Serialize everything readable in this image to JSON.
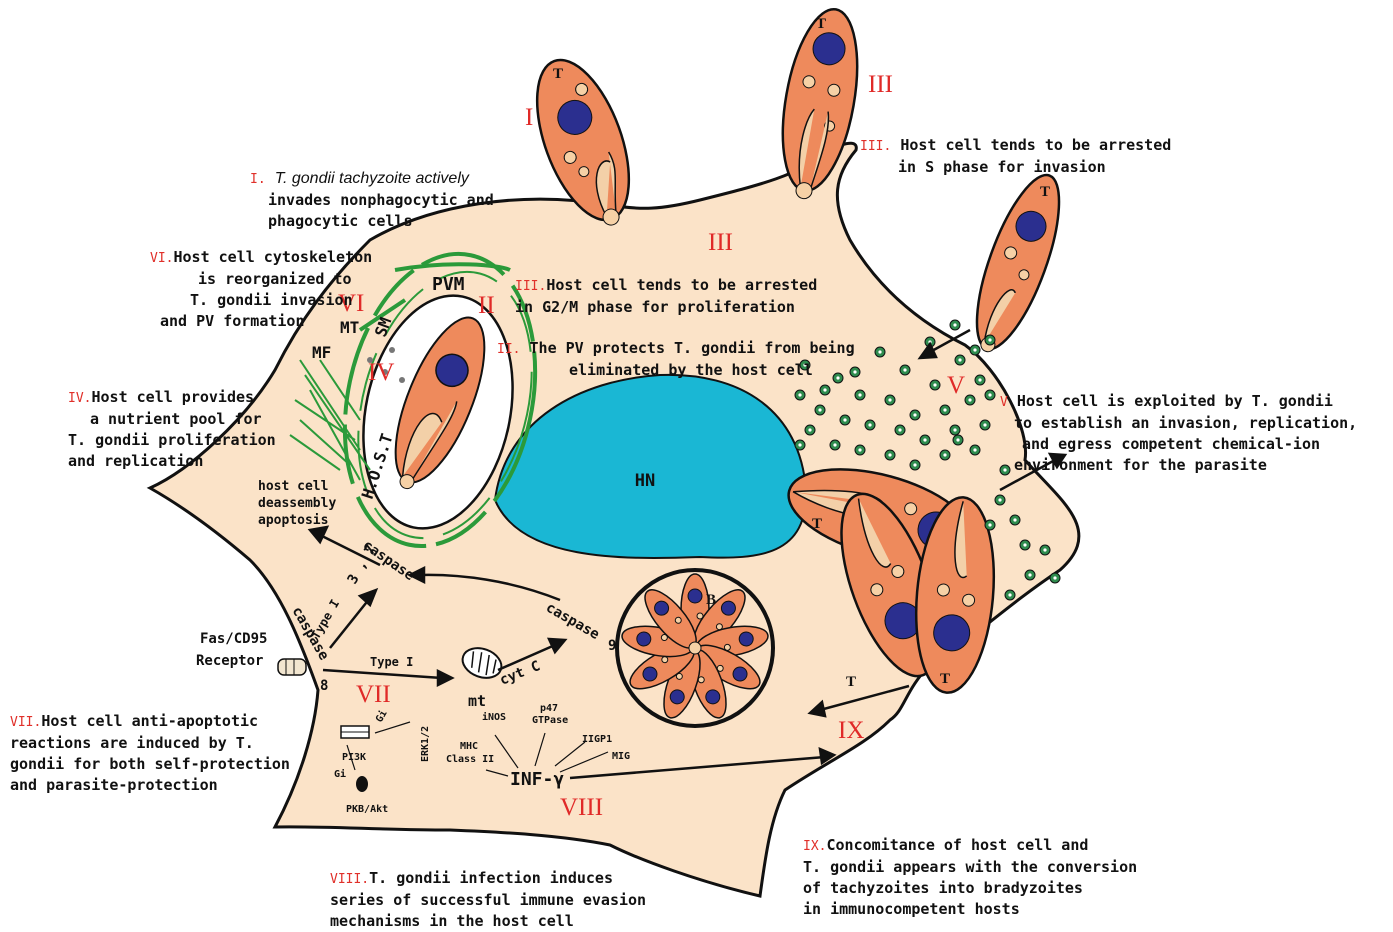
{
  "captions": {
    "c1": {
      "num": "I.",
      "lines": [
        "T. gondii tachyzoite actively",
        "invades nonphagocytic and",
        "phagocytic cells"
      ]
    },
    "c3a": {
      "num": "III.",
      "lines": [
        "Host cell tends to be arrested",
        "in S phase for invasion"
      ]
    },
    "c6": {
      "num": "VI.",
      "lines": [
        "Host cell cytoskeleton",
        "is reorganized to",
        "T. gondii invasion",
        "and PV formation"
      ]
    },
    "c3b": {
      "num": "III.",
      "lines": [
        "Host cell tends to be arrested",
        "in G2/M phase for proliferation"
      ]
    },
    "c2": {
      "num": "II.",
      "lines": [
        "The PV protects T. gondii from being",
        "eliminated by the host cell"
      ]
    },
    "c4": {
      "num": "IV.",
      "lines": [
        "Host cell provides",
        "a nutrient pool for",
        "T. gondii proliferation",
        "and replication"
      ]
    },
    "c5": {
      "num": "V",
      "lines": [
        "Host cell is exploited by T. gondii",
        "to establish an invasion, replication,",
        "and egress competent chemical-ion",
        "environment for the parasite"
      ]
    },
    "c7": {
      "num": "VII.",
      "lines": [
        "Host cell anti-apoptotic",
        "reactions are induced by T.",
        "gondii for both self-protection",
        "and parasite-protection"
      ]
    },
    "c9": {
      "num": "IX.",
      "lines": [
        "Concomitance of host cell and",
        "T. gondii appears with the conversion",
        "of tachyzoites into bradyzoites",
        "in immunocompetent hosts"
      ]
    },
    "c8": {
      "num": "VIII.",
      "lines": [
        "T. gondii infection induces",
        "series of successful immune evasion",
        "mechanisms in the host cell"
      ]
    }
  },
  "roman_markers": {
    "r1": "I",
    "r3_top": "III",
    "r3_mid": "III",
    "r6": "VI",
    "r2": "II",
    "r4": "IV",
    "r5": "V",
    "r7": "VII",
    "r8": "VIII",
    "r9": "IX"
  },
  "labels": {
    "pvm": "PVM",
    "mt": "MT",
    "mf": "MF",
    "sm": "SM",
    "host": "H.O.S.T",
    "hn": "HN",
    "t": "T",
    "b": "B",
    "apoptosis": [
      "host cell",
      "deassembly",
      "apoptosis"
    ],
    "caspase37": "caspase",
    "caspase37_num": "3 , 7",
    "caspase8": "caspase",
    "caspase8_num": "8",
    "caspase9": "caspase",
    "caspase9_num": "9",
    "type1_a": "Type I",
    "type1_b": "Type I",
    "fas": [
      "Fas/CD95",
      "Receptor"
    ],
    "mito": "mt",
    "cytc": "cyt C",
    "inos": "iNOS",
    "p47": [
      "p47",
      "GTPase"
    ],
    "iigp1": "IIGP1",
    "mig": "MIG",
    "mhc": [
      "MHC",
      "Class II"
    ],
    "inf": "INF-γ",
    "erk": "ERK1/2",
    "gi1": "Gi",
    "gi2": "Gi",
    "pi3k": "PI3K",
    "pkb": "PKB/Akt"
  },
  "colors": {
    "cytoplasm": "#fbe3c8",
    "membrane": "#111111",
    "parasite": "#ee8a5c",
    "parasite_nucleus": "#2b2f8f",
    "host_nucleus": "#1ab7d4",
    "cytoskeleton": "#2b9a3a",
    "vesicle": "#2f8c4e",
    "marker_red": "#e02a28"
  },
  "icons": [
    "mitochondrion-icon",
    "receptor-icon",
    "membrane-receptor-icon"
  ]
}
